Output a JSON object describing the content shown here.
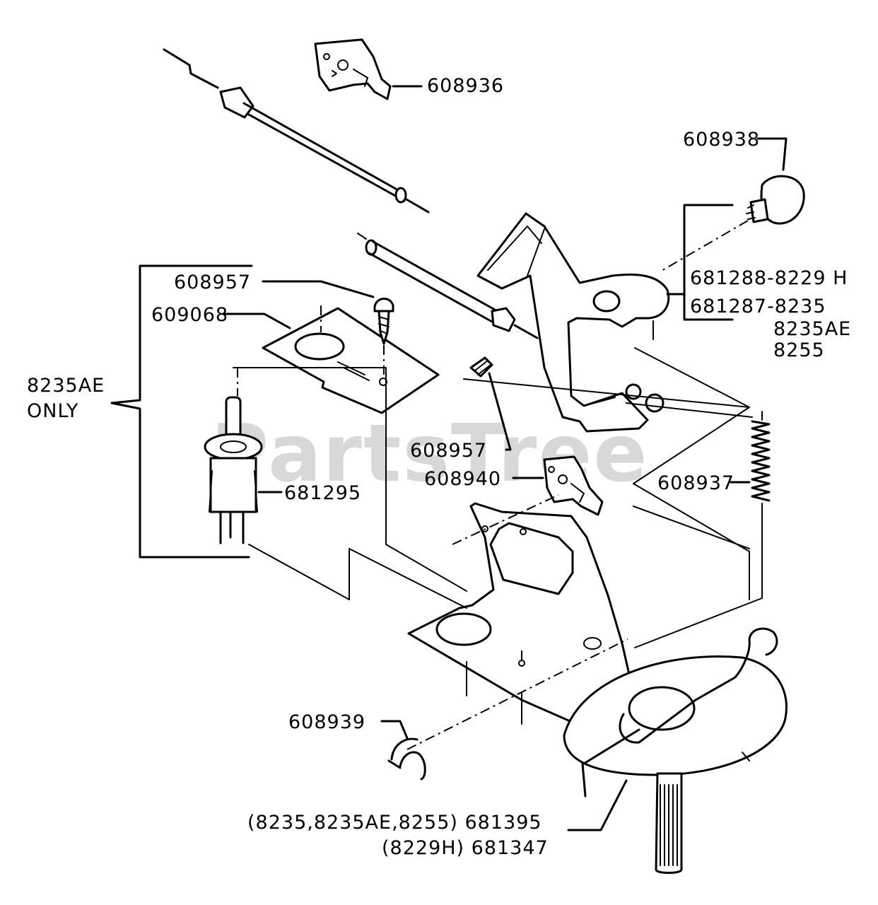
{
  "watermark": "PartsTree",
  "group_note": {
    "line1": "8235AE",
    "line2": "ONLY"
  },
  "labels": {
    "p608936": "608936",
    "p608938": "608938",
    "p608957_top": "608957",
    "p609068": "609068",
    "p681288": "681288-8229 H",
    "p681287": "681287-8235",
    "p681287_b": "8235AE",
    "p681287_c": "8255",
    "p608957_mid": "608957",
    "p608940": "608940",
    "p608937": "608937",
    "p681295": "681295",
    "p608939": "608939",
    "p681395": "(8235,8235AE,8255) 681395",
    "p681347": "(8229H) 681347"
  }
}
